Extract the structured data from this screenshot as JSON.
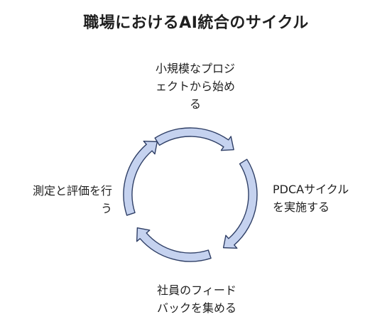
{
  "title": "職場におけるAI統合のサイクル",
  "steps": {
    "top": {
      "line1": "小規模なプロジ",
      "line2": "ェクトから始め",
      "line3": "る"
    },
    "right": {
      "line1": "PDCAサイクル",
      "line2": "を実施する"
    },
    "bottom": {
      "line1": "社員のフィード",
      "line2": "バックを集める"
    },
    "left": {
      "line1": "測定と評価を行",
      "line2": "う"
    }
  },
  "colors": {
    "arrow_fill": "#c5d2ef",
    "arrow_stroke": "#2f3f66"
  },
  "arrow_direction": "clockwise"
}
